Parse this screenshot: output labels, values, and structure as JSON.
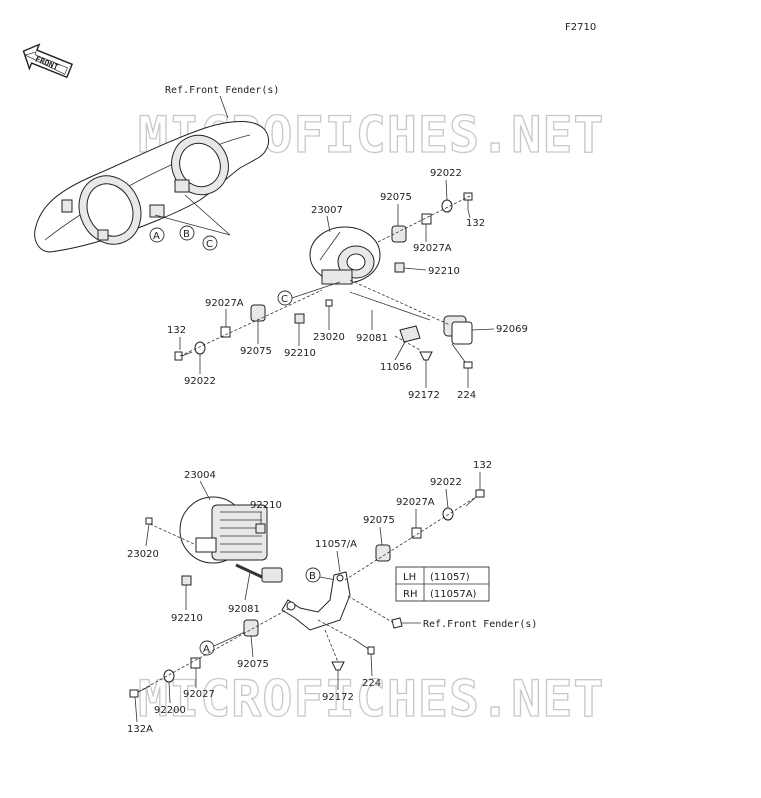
{
  "figure_code": "F2710",
  "front_label": "FRONT",
  "watermark": "MICROFICHES.NET",
  "refs": {
    "front_fender_top": "Ref.Front Fender(s)",
    "front_fender_bottom": "Ref.Front Fender(s)"
  },
  "callouts": {
    "a": "A",
    "b": "B",
    "c": "C"
  },
  "parts_top": {
    "p23007": "23007",
    "p92075_r": "92075",
    "p92022_r": "92022",
    "p132_r": "132",
    "p92027A_r": "92027A",
    "p92210_r": "92210",
    "p92027A_l": "92027A",
    "p132_l": "132",
    "p92022_l": "92022",
    "p92075_l": "92075",
    "p92210_l": "92210",
    "p23020": "23020",
    "p92081": "92081",
    "p92069": "92069",
    "p11056": "11056",
    "p92172": "92172",
    "p224": "224"
  },
  "parts_bottom": {
    "p23004": "23004",
    "p92210_a": "92210",
    "p23020": "23020",
    "p92210_b": "92210",
    "p92081": "92081",
    "p11057A": "11057/A",
    "p92075_r": "92075",
    "p92027A": "92027A",
    "p92022": "92022",
    "p132": "132",
    "p92075_l": "92075",
    "p92027": "92027",
    "p92200": "92200",
    "p132A": "132A",
    "p92172": "92172",
    "p224": "224"
  },
  "side_table": {
    "rows": [
      {
        "side": "LH",
        "part": "(11057)"
      },
      {
        "side": "RH",
        "part": "(11057A)"
      }
    ]
  }
}
